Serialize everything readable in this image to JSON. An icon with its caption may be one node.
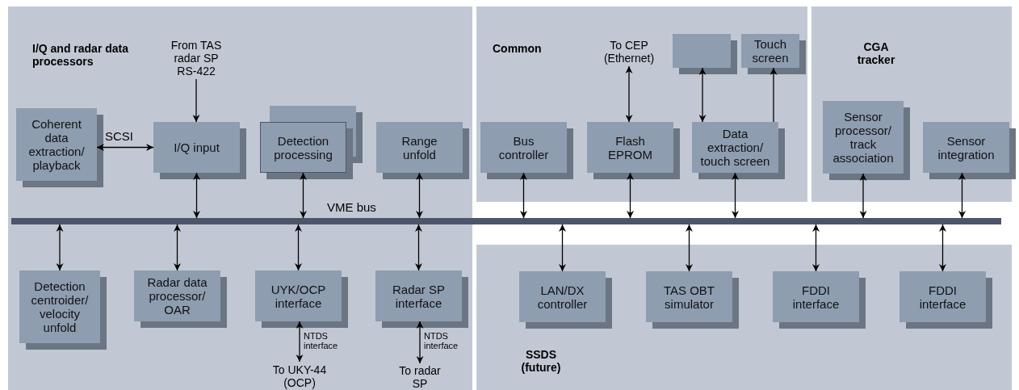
{
  "diagram": {
    "nodes": [
      {
        "text": [
          "I/Q and radar data processors"
        ]
      },
      {
        "text": [
          "Common"
        ]
      },
      {
        "text": [
          "CGA tracker"
        ]
      },
      {
        "text": [
          "SSDS (future)"
        ]
      },
      {
        "text": [
          "From TAS radar SP RS-422"
        ],
        "in": 0
      },
      {
        "text": [
          "Coherent data extraction/ playback"
        ],
        "in": 0
      },
      {
        "text": [
          "I/Q input"
        ],
        "in": 0
      },
      {
        "text": [
          "Detection processing"
        ],
        "in": 0
      },
      {
        "text": [
          "Range unfold"
        ],
        "in": 0
      },
      {
        "text": [
          "Detection centroider/ velocity unfold"
        ],
        "in": 0
      },
      {
        "text": [
          "Radar data processor/ OAR"
        ],
        "in": 0
      },
      {
        "text": [
          "UYK/OCP interface"
        ],
        "in": 0
      },
      {
        "text": [
          "Radar SP interface"
        ],
        "in": 0
      },
      {
        "text": [
          "To UKY-44 (OCP)"
        ],
        "in": 0
      },
      {
        "text": [
          "To radar SP"
        ],
        "in": 0
      },
      {
        "text": [
          "To CEP (Ethernet)"
        ],
        "in": 1
      },
      {
        "text": [],
        "shape": "box",
        "in": 1
      },
      {
        "text": [
          "Touch screen"
        ],
        "in": 1
      },
      {
        "text": [
          "Bus controller"
        ],
        "in": 1
      },
      {
        "text": [
          "Flash EPROM"
        ],
        "in": 1
      },
      {
        "text": [
          "Data extraction/ touch screen"
        ],
        "in": 1
      },
      {
        "text": [
          "Sensor processor/ track association"
        ],
        "in": 2
      },
      {
        "text": [
          "Sensor integration"
        ],
        "in": 2
      },
      {
        "text": [
          "LAN/DX controller"
        ],
        "in": 3
      },
      {
        "text": [
          "TAS OBT simulator"
        ],
        "in": 3
      },
      {
        "text": [
          "FDDI interface"
        ],
        "in": 3
      },
      {
        "text": [
          "FDDI interface"
        ],
        "in": 3
      },
      {
        "text": [],
        "shape": "bar"
      }
    ],
    "labels": [
      "VME bus"
    ],
    "edges": [
      {
        "from": 4,
        "to": 6,
        "arrow": "to"
      },
      {
        "from": 5,
        "to": 6,
        "arrow": "both",
        "label": "SCSI"
      },
      {
        "from": 6,
        "to": 27,
        "arrow": "both"
      },
      {
        "from": 7,
        "to": 27,
        "arrow": "both"
      },
      {
        "from": 8,
        "to": 27,
        "arrow": "both"
      },
      {
        "from": 27,
        "to": 9,
        "arrow": "both"
      },
      {
        "from": 27,
        "to": 10,
        "arrow": "both"
      },
      {
        "from": 27,
        "to": 11,
        "arrow": "both"
      },
      {
        "from": 27,
        "to": 12,
        "arrow": "both"
      },
      {
        "from": 11,
        "to": 13,
        "arrow": "both",
        "label": "NTDS interface"
      },
      {
        "from": 12,
        "to": 14,
        "arrow": "both",
        "label": "NTDS interface"
      },
      {
        "from": 19,
        "to": 15,
        "arrow": "both"
      },
      {
        "from": 16,
        "to": 20,
        "arrow": "both"
      },
      {
        "from": 20,
        "to": 17,
        "arrow": "to"
      },
      {
        "from": 18,
        "to": 27,
        "arrow": "both"
      },
      {
        "from": 19,
        "to": 27,
        "arrow": "both"
      },
      {
        "from": 20,
        "to": 27,
        "arrow": "both"
      },
      {
        "from": 21,
        "to": 27,
        "arrow": "both"
      },
      {
        "from": 22,
        "to": 27,
        "arrow": "both"
      },
      {
        "from": 27,
        "to": 23,
        "arrow": "both"
      },
      {
        "from": 27,
        "to": 24,
        "arrow": "both"
      },
      {
        "from": 27,
        "to": 25,
        "arrow": "both"
      },
      {
        "from": 27,
        "to": 26,
        "arrow": "both"
      }
    ]
  }
}
